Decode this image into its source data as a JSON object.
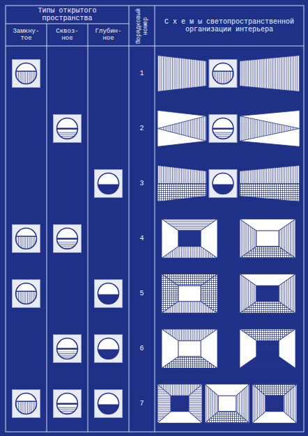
{
  "diagram": {
    "labels": [
      "Типы открытого пространства",
      "Замкну- тое",
      "Сквоз- ное",
      "Глубин- ное",
      "Порядковый номер",
      "С х е м ы светопространственной организации интерьера",
      "1",
      "2",
      "3",
      "4",
      "5",
      "6",
      "7"
    ]
  }
}
